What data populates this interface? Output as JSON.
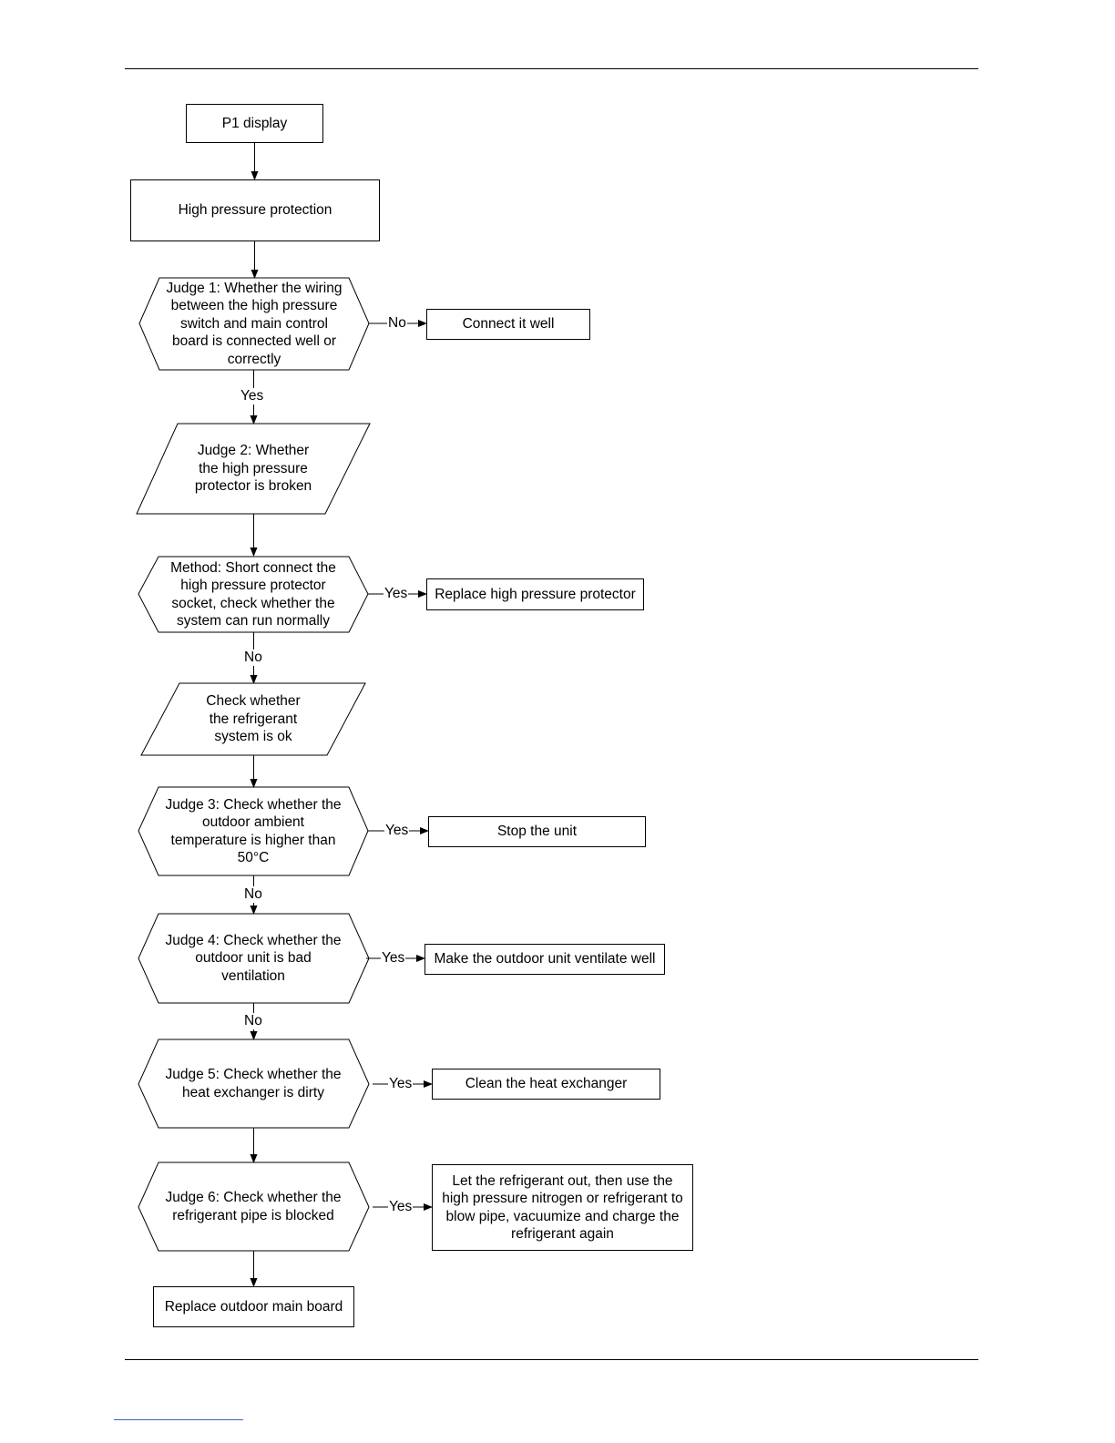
{
  "nodes": {
    "start": "P1 display",
    "fault": "High pressure protection",
    "judge1": "Judge 1: Whether the wiring\nbetween the high pressure\nswitch and main control\nboard is connected well or\ncorrectly",
    "connect": "Connect it well",
    "judge2": "Judge 2: Whether\nthe high pressure\nprotector is broken",
    "method": "Method: Short connect the\nhigh pressure protector\nsocket, check whether the\nsystem can run normally",
    "replace_protector": "Replace high pressure protector",
    "check_refrigerant": "Check whether\nthe refrigerant\nsystem is ok",
    "judge3": "Judge 3: Check whether the\noutdoor ambient\ntemperature is higher than\n50°C",
    "stop": "Stop the unit",
    "judge4": "Judge 4: Check whether the\noutdoor unit is bad\nventilation",
    "ventilate": "Make the outdoor unit ventilate well",
    "judge5": "Judge 5: Check whether the\nheat exchanger is dirty",
    "clean": "Clean the heat exchanger",
    "judge6": "Judge 6: Check whether the\nrefrigerant pipe is blocked",
    "recharge": "Let the refrigerant out, then use the\nhigh pressure nitrogen or refrigerant to\nblow pipe, vacuumize and charge the\nrefrigerant again",
    "replace_board": "Replace outdoor main board"
  },
  "edges": {
    "judge1_no": "No",
    "judge1_yes": "Yes",
    "method_yes": "Yes",
    "method_no": "No",
    "judge3_yes": "Yes",
    "judge3_no": "No",
    "judge4_yes": "Yes",
    "judge4_no": "No",
    "judge5_yes": "Yes",
    "judge6_yes": "Yes"
  }
}
